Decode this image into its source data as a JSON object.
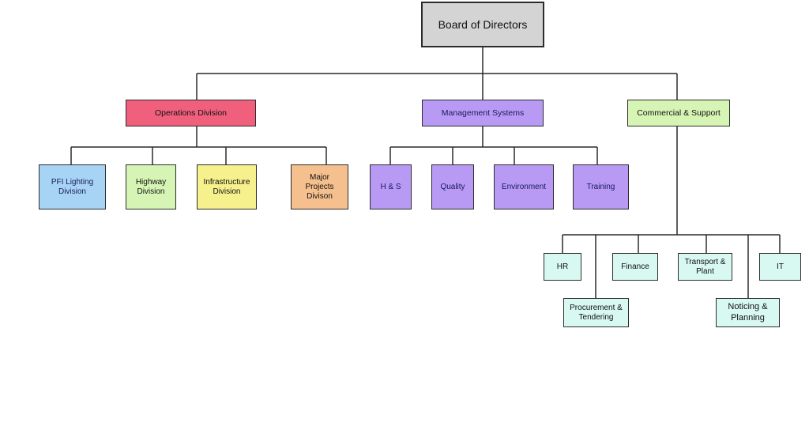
{
  "org_chart": {
    "root": {
      "label": "Board of Directors",
      "color": "#d3d4d3"
    },
    "operations": {
      "label": "Operations Division",
      "color": "#f0607c",
      "children": [
        {
          "label": "PFI Lighting\nDivision",
          "color": "#a7d4f5"
        },
        {
          "label": "Highway\nDivision",
          "color": "#d6f5b4"
        },
        {
          "label": "Infrastructure\nDivision",
          "color": "#f6f18c"
        },
        {
          "label": "Major\nProjects\nDivison",
          "color": "#f5c08e"
        }
      ]
    },
    "management": {
      "label": "Management Systems",
      "color": "#b89af5",
      "children": [
        {
          "label": "H & S",
          "color": "#b89af5"
        },
        {
          "label": "Quality",
          "color": "#b89af5"
        },
        {
          "label": "Environment",
          "color": "#b89af5"
        },
        {
          "label": "Training",
          "color": "#b89af5"
        }
      ]
    },
    "commercial": {
      "label": "Commercial & Support",
      "color": "#d6f5b4",
      "children": [
        {
          "label": "HR",
          "color": "#d8f8f2"
        },
        {
          "label": "Procurement &\nTendering",
          "color": "#d8f8f2"
        },
        {
          "label": "Finance",
          "color": "#d8f8f2"
        },
        {
          "label": "Transport &\nPlant",
          "color": "#d8f8f2"
        },
        {
          "label": "Noticing &\nPlanning",
          "color": "#d8f8f2"
        },
        {
          "label": "IT",
          "color": "#d8f8f2"
        }
      ]
    }
  }
}
